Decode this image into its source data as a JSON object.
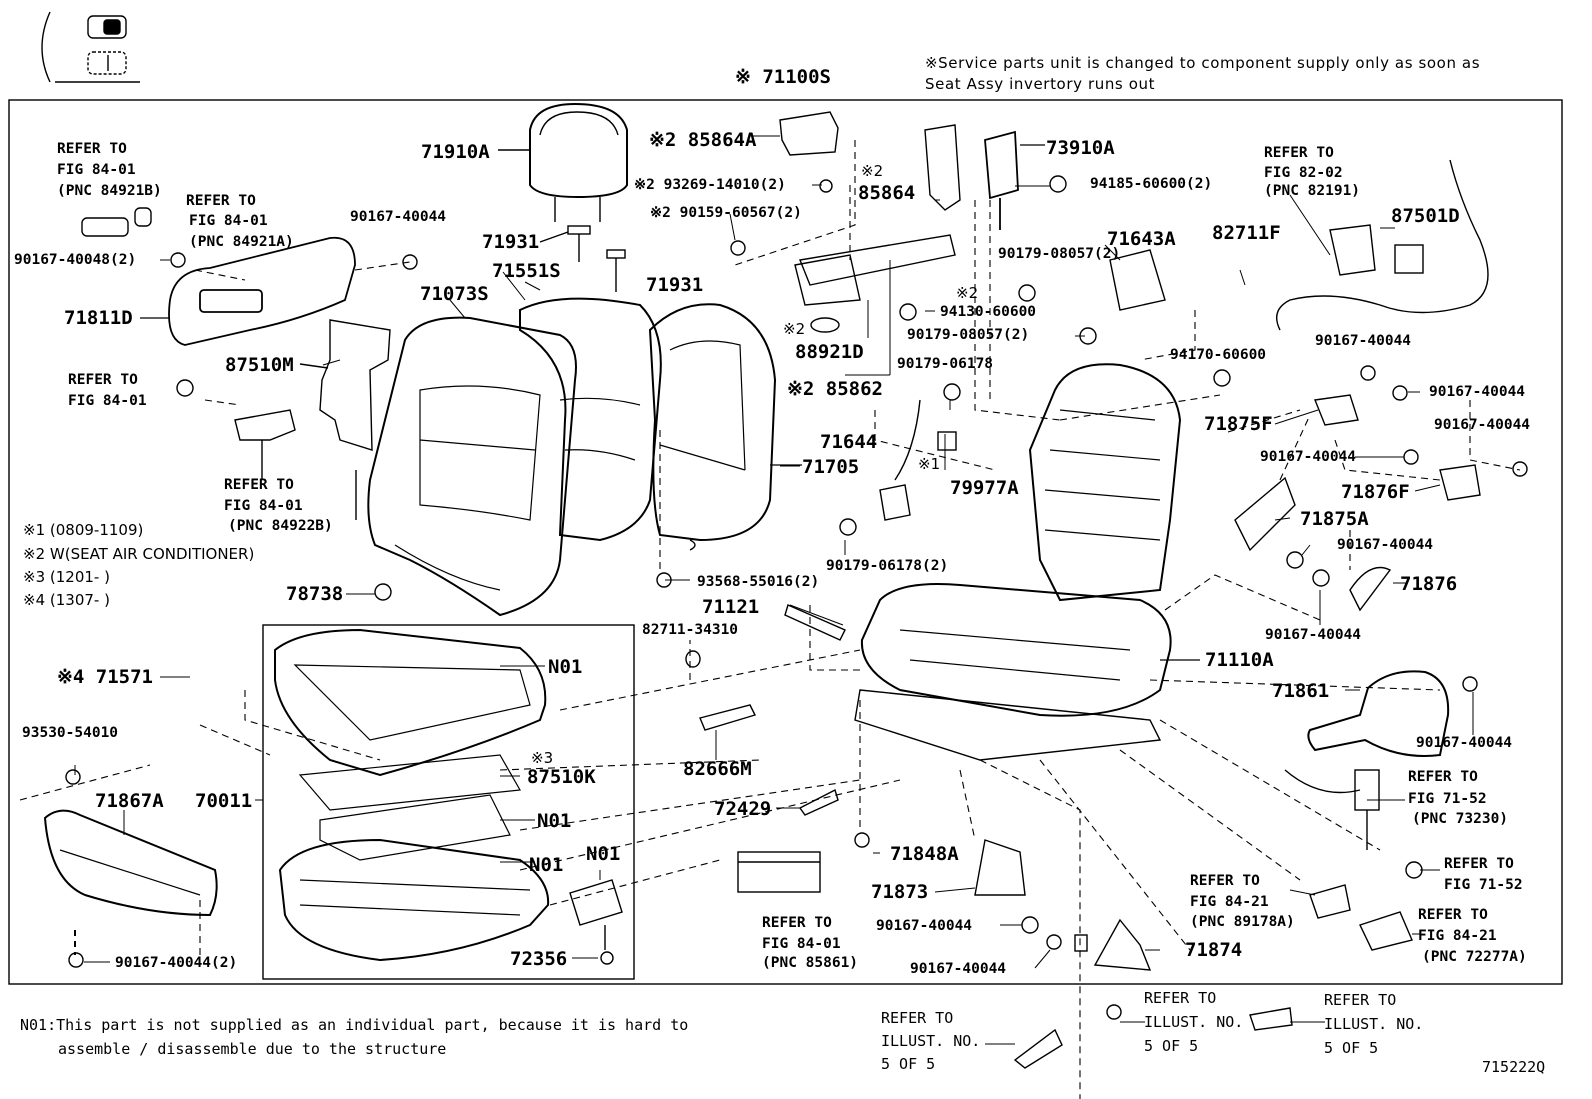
{
  "header": {
    "service_note_1": "※Service parts unit is changed to component supply only as soon as",
    "service_note_2": "Seat Assy invertory runs out",
    "top_assy": "※ 71100S"
  },
  "notes": {
    "n1": "※1 (0809-1109)",
    "n2": "※2 W(SEAT AIR CONDITIONER)",
    "n3": "※3 (1201-      )",
    "n4": "※4 (1307-      )",
    "n01_1": "N01:This part is not supplied as an individual part, because it is hard to",
    "n01_2": "assemble / disassemble due to the structure",
    "illust_no": "715222Q"
  },
  "parts": {
    "p71910A": "71910A",
    "p71931a": "71931",
    "p71931b": "71931",
    "p71551S": "71551S",
    "p71073S": "71073S",
    "p87510M": "87510M",
    "p71811D": "71811D",
    "p90167_40044_a": "90167-40044",
    "p90167_40048": "90167-40048(2)",
    "p85864A": "※2 85864A",
    "p93269": "※2 93269-14010(2)",
    "p85864_mark": "※2",
    "p85864": "85864",
    "p90159": "※2 90159-60567(2)",
    "p73910A": "73910A",
    "p94185": "94185-60600(2)",
    "p90179_08057a": "90179-08057(2)",
    "p71643A": "71643A",
    "p82711F": "82711F",
    "p87501D": "87501D",
    "p94130_mark": "※2",
    "p94130": "94130-60600",
    "p90179_08057b": "90179-08057(2)",
    "p88921D_mark": "※2",
    "p88921D": "88921D",
    "p90179_06178": "90179-06178",
    "p85862": "※2 85862",
    "p94170": "94170-60600",
    "p90167_40044_b": "90167-40044",
    "p90167_40044_c": "90167-40044",
    "p71875F": "71875F",
    "p90167_40044_d": "90167-40044",
    "p90167_40044_e": "90167-40044",
    "p71876F": "71876F",
    "p71644": "71644",
    "p71705": "71705",
    "p79977A_mark": "※1",
    "p79977A": "79977A",
    "p90179_06178_2": "90179-06178(2)",
    "p93568": "93568-55016(2)",
    "p71875A": "71875A",
    "p90167_40044_f": "90167-40044",
    "p71876": "71876",
    "p90167_40044_g": "90167-40044",
    "p78738": "78738",
    "p71121": "71121",
    "p82711_34310": "82711-34310",
    "p71110A": "71110A",
    "p71571": "※4 71571",
    "pN01a": "N01",
    "p87510K_mark": "※3",
    "p87510K": "87510K",
    "pN01b": "N01",
    "pN01c": "N01",
    "pN01d": "N01",
    "p70011": "70011",
    "p72356": "72356",
    "p93530": "93530-54010",
    "p71867A": "71867A",
    "p90167_40044_2": "90167-40044(2)",
    "p82666M": "82666M",
    "p72429": "72429",
    "p71848A": "71848A",
    "p71873": "71873",
    "p90167_40044_h": "90167-40044",
    "p90167_40044_i": "90167-40044",
    "p71874": "71874",
    "p71861": "71861",
    "p90167_40044_j": "90167-40044"
  },
  "refs": {
    "r1": [
      "REFER TO",
      "FIG 84-01",
      "(PNC 84921B)"
    ],
    "r2": [
      "REFER TO",
      "FIG 84-01",
      "(PNC 84921A)"
    ],
    "r3": [
      "REFER TO",
      "FIG 84-01"
    ],
    "r4": [
      "REFER TO",
      "FIG 84-01",
      "(PNC 84922B)"
    ],
    "r5": [
      "REFER TO",
      "FIG 82-02",
      "(PNC 82191)"
    ],
    "r6": [
      "REFER TO",
      "FIG 71-52",
      "(PNC 73230)"
    ],
    "r7": [
      "REFER TO",
      "FIG 71-52"
    ],
    "r8": [
      "REFER TO",
      "FIG 84-21",
      "(PNC 89178A)"
    ],
    "r9": [
      "REFER TO",
      "FIG 84-21",
      "(PNC 72277A)"
    ],
    "r10": [
      "REFER TO",
      "FIG 84-01",
      "(PNC 85861)"
    ],
    "r11": [
      "REFER TO",
      "ILLUST. NO.",
      "5 OF 5"
    ],
    "r12": [
      "REFER TO",
      "ILLUST. NO.",
      "5 OF 5"
    ],
    "r13": [
      "REFER TO",
      "ILLUST. NO.",
      "5 OF 5"
    ]
  }
}
